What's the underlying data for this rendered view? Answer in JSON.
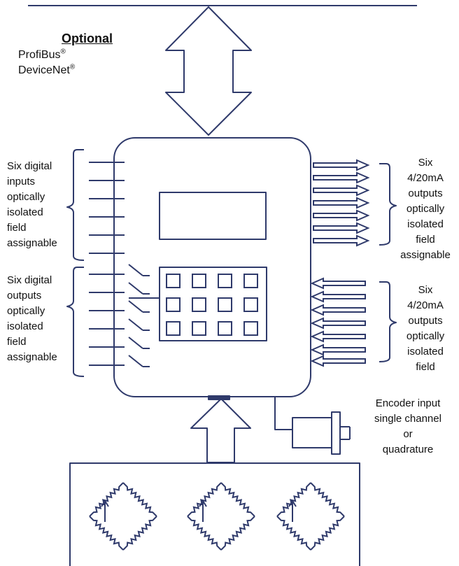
{
  "diagram": {
    "stroke_color": "#2f3a6b",
    "text_color": "#111111",
    "background": "#ffffff"
  },
  "fieldbus": {
    "heading": "Optional",
    "items": [
      {
        "name": "ProfiBus",
        "mark": "®"
      },
      {
        "name": "DeviceNet",
        "mark": "®"
      }
    ]
  },
  "left_upper_label": [
    "Six digital",
    "inputs",
    "optically",
    "isolated",
    "field",
    "assignable"
  ],
  "left_lower_label": [
    "Six digital",
    "outputs",
    "optically",
    "isolated",
    "field",
    "assignable"
  ],
  "right_upper_label": [
    "Six",
    "4/20mA",
    "outputs",
    "optically",
    "isolated",
    "field",
    "assignable"
  ],
  "right_lower_label": [
    "Six",
    "4/20mA",
    "outputs",
    "optically",
    "isolated",
    "field"
  ],
  "encoder_label": [
    "Encoder  input",
    "single channel",
    "or",
    "quadrature"
  ],
  "keypad": {
    "rows": 3,
    "cols": 4
  },
  "digital_input_count": 6,
  "digital_output_count": 6,
  "analog_output_count": 6,
  "analog_input_count": 6,
  "load_cell_count": 3
}
